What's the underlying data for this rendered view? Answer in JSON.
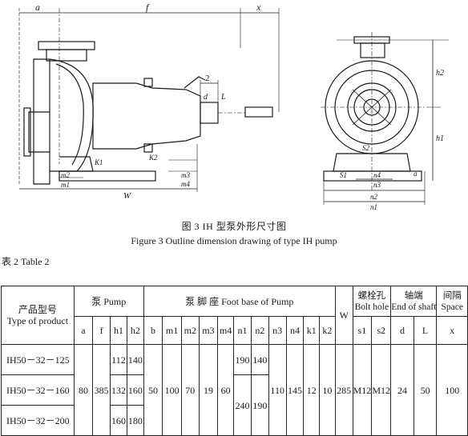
{
  "drawing": {
    "labels": {
      "a": "a",
      "f": "f",
      "x": "x",
      "two": "2",
      "d": "d",
      "L": "L",
      "h1": "h1",
      "h2": "h2",
      "k1": "K1",
      "k2": "K2",
      "W": "W",
      "m1": "m1",
      "m2": "m2",
      "m3": "m3",
      "m4": "m4",
      "n1": "n1",
      "n2": "n2",
      "n3": "n3",
      "n4": "n4",
      "s1": "S1",
      "s2": "S2",
      "a_right": "a"
    }
  },
  "caption_cn": "图 3 IH 型泵外形尺寸图",
  "caption_en": "Figure 3 Outline dimension drawing of type IH pump",
  "table_label": "表 2 Table 2",
  "table": {
    "product_cn": "产品型号",
    "product_en": "Type of product",
    "pump_group": "泵 Pump",
    "foot_group": "泵 脚 座 Foot base of Pump",
    "W": "W",
    "bolt_cn": "螺栓孔",
    "bolt_en": "Bolt hole",
    "shaft_cn": "轴端",
    "shaft_en": "End of shaft",
    "space_cn": "间隔",
    "space_en": "Space",
    "cols": [
      "a",
      "f",
      "h1",
      "h2",
      "b",
      "m1",
      "m2",
      "m3",
      "m4",
      "n1",
      "n2",
      "n3",
      "n4",
      "k1",
      "k2",
      "s1",
      "s2",
      "d",
      "L",
      "x"
    ],
    "rows": [
      {
        "name": "IH50－32－125",
        "h1": "112",
        "h2": "140",
        "n1": "190",
        "n2": "140"
      },
      {
        "name": "IH50－32－160",
        "h1": "132",
        "h2": "160"
      },
      {
        "name": "IH50－32－200",
        "h1": "160",
        "h2": "180"
      }
    ],
    "shared": {
      "a": "80",
      "f": "385",
      "b": "50",
      "m1": "100",
      "m2": "70",
      "m3": "19",
      "m4": "60",
      "n1": "240",
      "n2": "190",
      "n3": "110",
      "n4": "145",
      "k1": "12",
      "k2": "10",
      "W": "285",
      "s1": "M12",
      "s2": "M12",
      "d": "24",
      "L": "50",
      "x": "100"
    }
  }
}
